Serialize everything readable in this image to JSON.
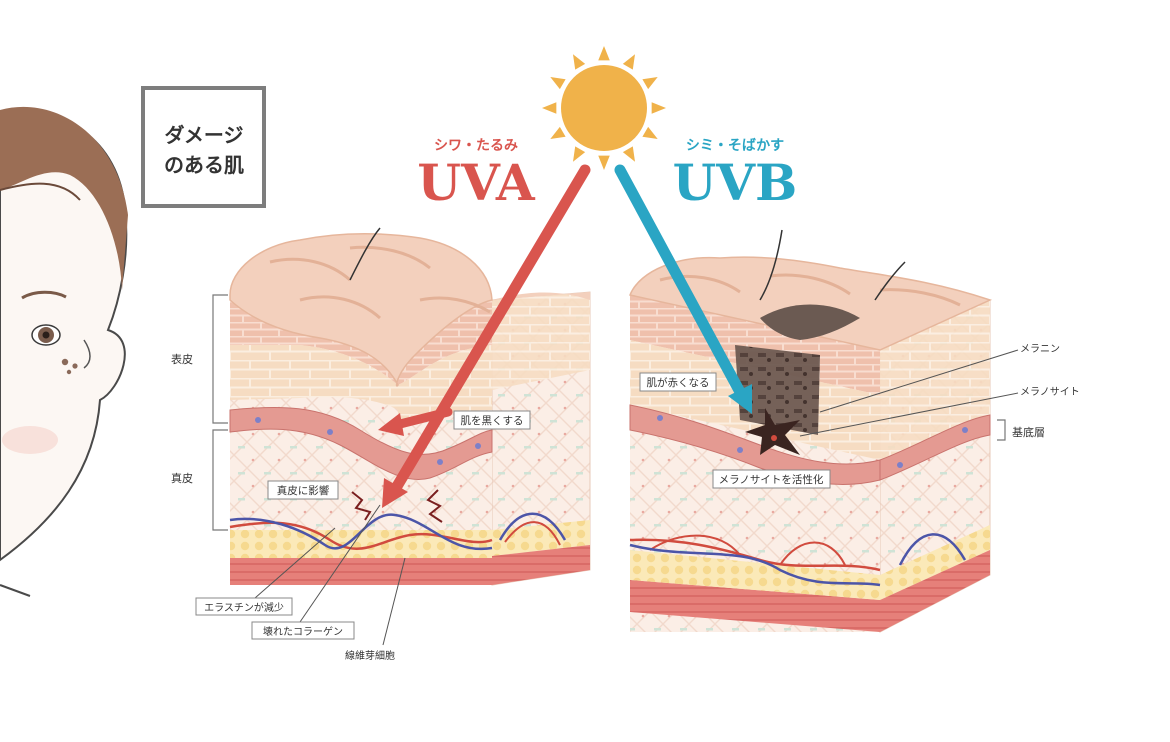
{
  "title_box": {
    "line1": "ダメージ",
    "line2": "のある肌"
  },
  "uva": {
    "subtitle": "シワ・たるみ",
    "title": "UVA",
    "color": "#d9554e"
  },
  "uvb": {
    "subtitle": "シミ・そばかす",
    "title": "UVB",
    "color": "#2aa5c4"
  },
  "sun_color": "#f0b24a",
  "layers": {
    "epidermis": "表皮",
    "dermis": "真皮",
    "basal": "基底層"
  },
  "left_callouts": {
    "darken": "肌を黒くする",
    "dermis_effect": "真皮に影響",
    "elastin": "エラスチンが減少",
    "collagen": "壊れたコラーゲン",
    "fibroblast": "線維芽細胞"
  },
  "right_callouts": {
    "red_skin": "肌が赤くなる",
    "activate": "メラノサイトを活性化",
    "melanin": "メラニン",
    "melanocyte": "メラノサイト"
  }
}
